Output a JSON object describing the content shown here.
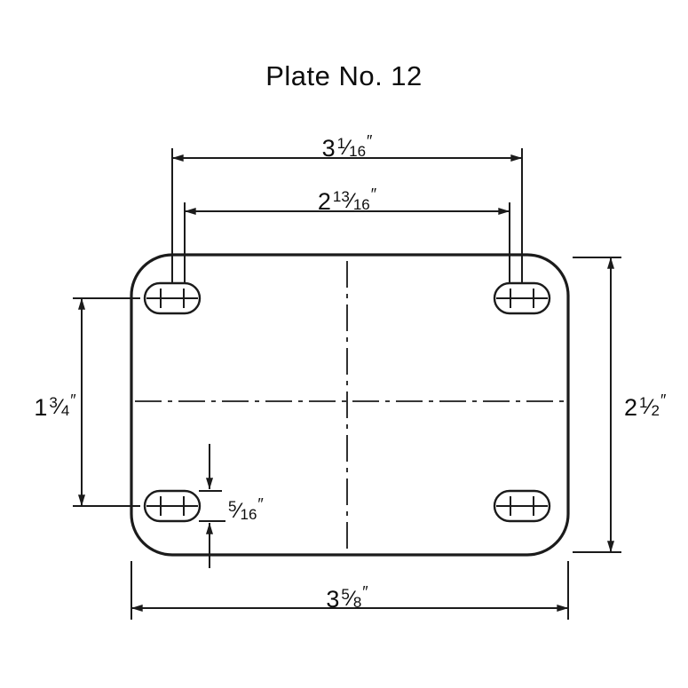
{
  "title": "Plate No. 12",
  "dimensions": {
    "top_outer": {
      "whole": "3",
      "num": "1",
      "den": "16",
      "unit": "″"
    },
    "top_inner": {
      "whole": "2",
      "num": "13",
      "den": "16",
      "unit": "″"
    },
    "left_height": {
      "whole": "1",
      "num": "3",
      "den": "4",
      "unit": "″"
    },
    "right_height": {
      "whole": "2",
      "num": "1",
      "den": "2",
      "unit": "″"
    },
    "slot_height": {
      "whole": "",
      "num": "5",
      "den": "16",
      "unit": "″"
    },
    "bottom_width": {
      "whole": "3",
      "num": "5",
      "den": "8",
      "unit": "″"
    }
  },
  "symbols": {
    "frac_slash": "⁄"
  },
  "colors": {
    "line": "#1b1b1b",
    "background": "#ffffff"
  }
}
